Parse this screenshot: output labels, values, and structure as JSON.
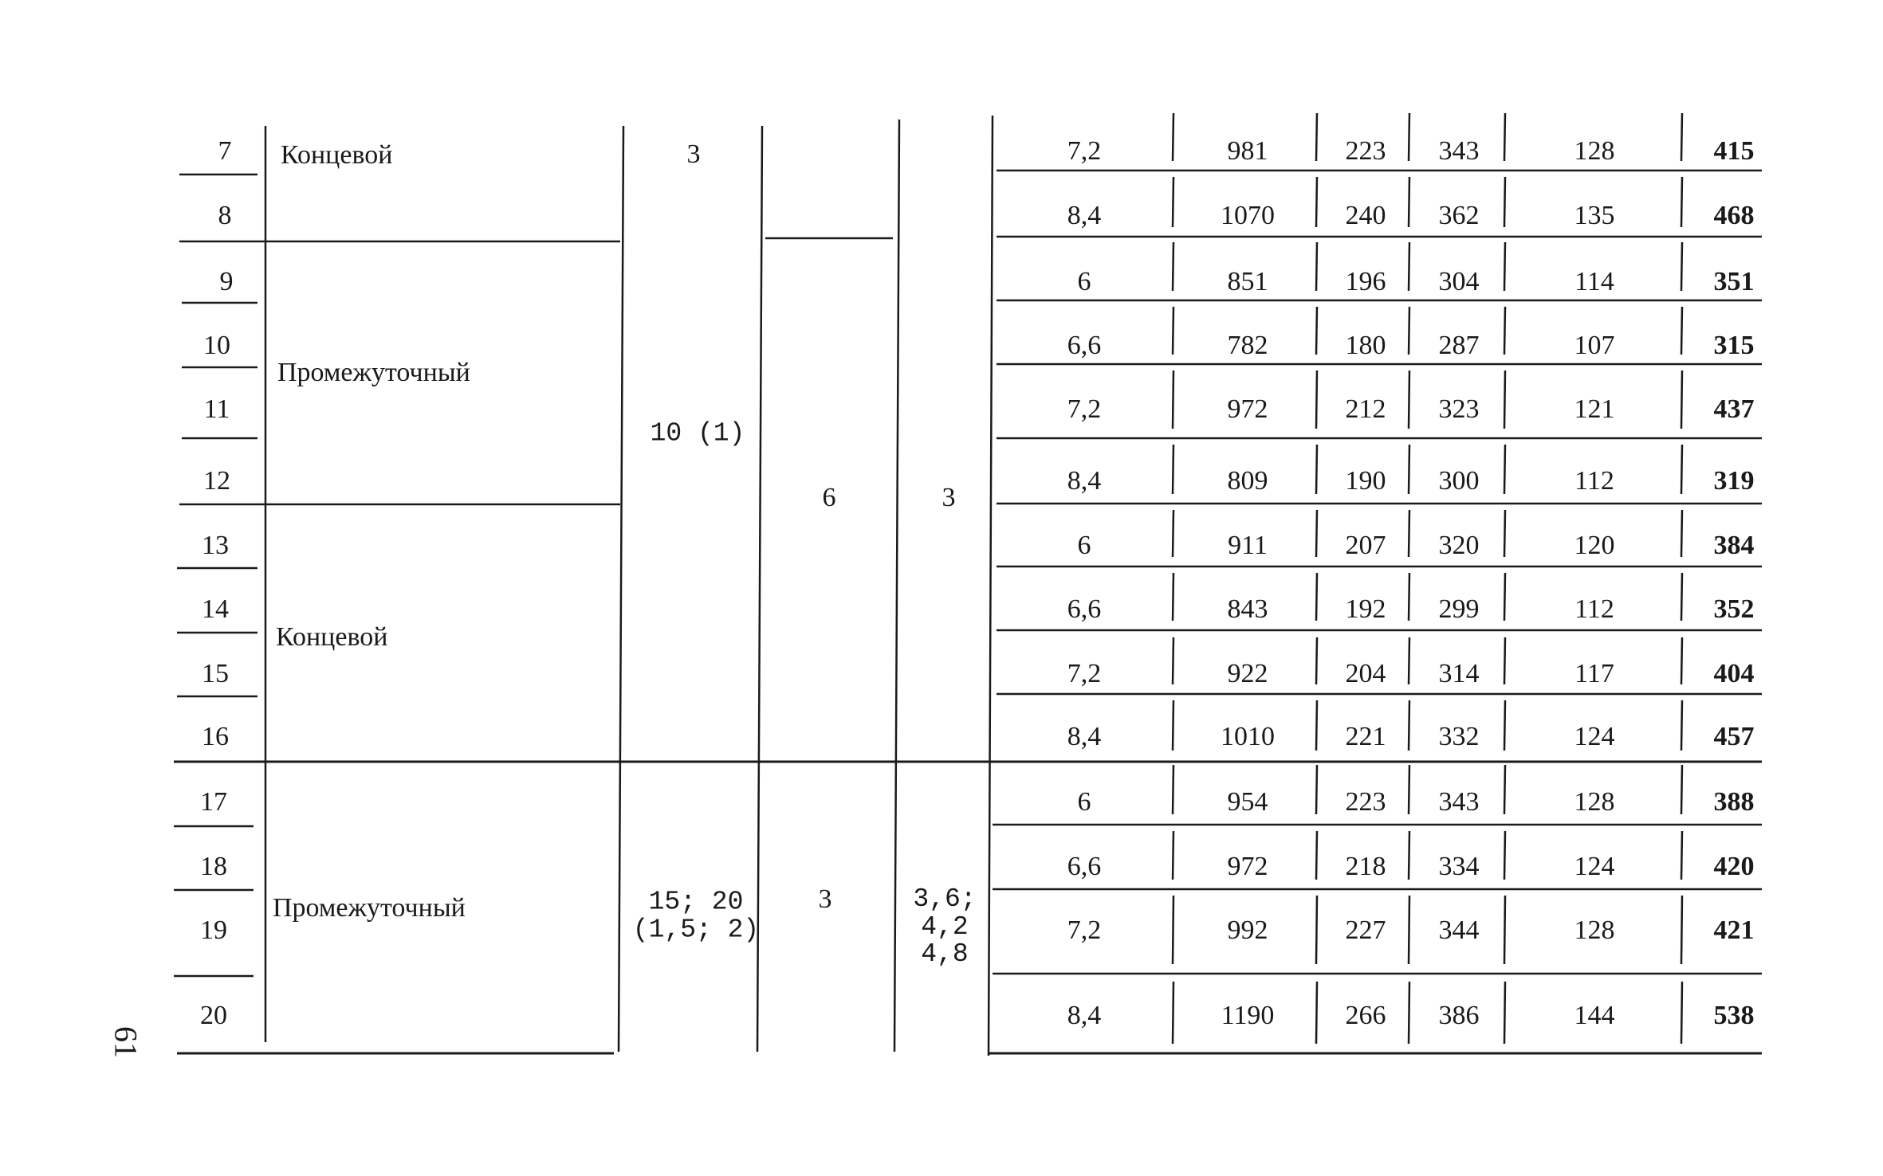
{
  "page_number": "61",
  "left": {
    "row_numbers": [
      "7",
      "8",
      "9",
      "10",
      "11",
      "12",
      "13",
      "14",
      "15",
      "16",
      "17",
      "18",
      "19",
      "20"
    ],
    "types": [
      {
        "label": "Концевой",
        "rows": "7-8"
      },
      {
        "label": "Промежуточный",
        "rows": "9-12"
      },
      {
        "label": "Концевой",
        "rows": "13-16"
      },
      {
        "label": "Промежуточный",
        "rows": "17-20"
      }
    ],
    "col_a": [
      "3",
      "10 (1)",
      "15; 20\n(1,5; 2)"
    ],
    "col_b": [
      "6",
      "3"
    ],
    "col_c": [
      "3",
      "3,6;\n4,2\n4,8"
    ]
  },
  "right": {
    "rows": [
      [
        "7,2",
        "981",
        "223",
        "343",
        "128",
        "415"
      ],
      [
        "8,4",
        "1070",
        "240",
        "362",
        "135",
        "468"
      ],
      [
        "6",
        "851",
        "196",
        "304",
        "114",
        "351"
      ],
      [
        "6,6",
        "782",
        "180",
        "287",
        "107",
        "315"
      ],
      [
        "7,2",
        "972",
        "212",
        "323",
        "121",
        "437"
      ],
      [
        "8,4",
        "809",
        "190",
        "300",
        "112",
        "319"
      ],
      [
        "6",
        "911",
        "207",
        "320",
        "120",
        "384"
      ],
      [
        "6,6",
        "843",
        "192",
        "299",
        "112",
        "352"
      ],
      [
        "7,2",
        "922",
        "204",
        "314",
        "117",
        "404"
      ],
      [
        "8,4",
        "1010",
        "221",
        "332",
        "124",
        "457"
      ],
      [
        "6",
        "954",
        "223",
        "343",
        "128",
        "388"
      ],
      [
        "6,6",
        "972",
        "218",
        "334",
        "124",
        "420"
      ],
      [
        "7,2",
        "992",
        "227",
        "344",
        "128",
        "421"
      ],
      [
        "8,4",
        "1190",
        "266",
        "386",
        "144",
        "538"
      ]
    ]
  }
}
